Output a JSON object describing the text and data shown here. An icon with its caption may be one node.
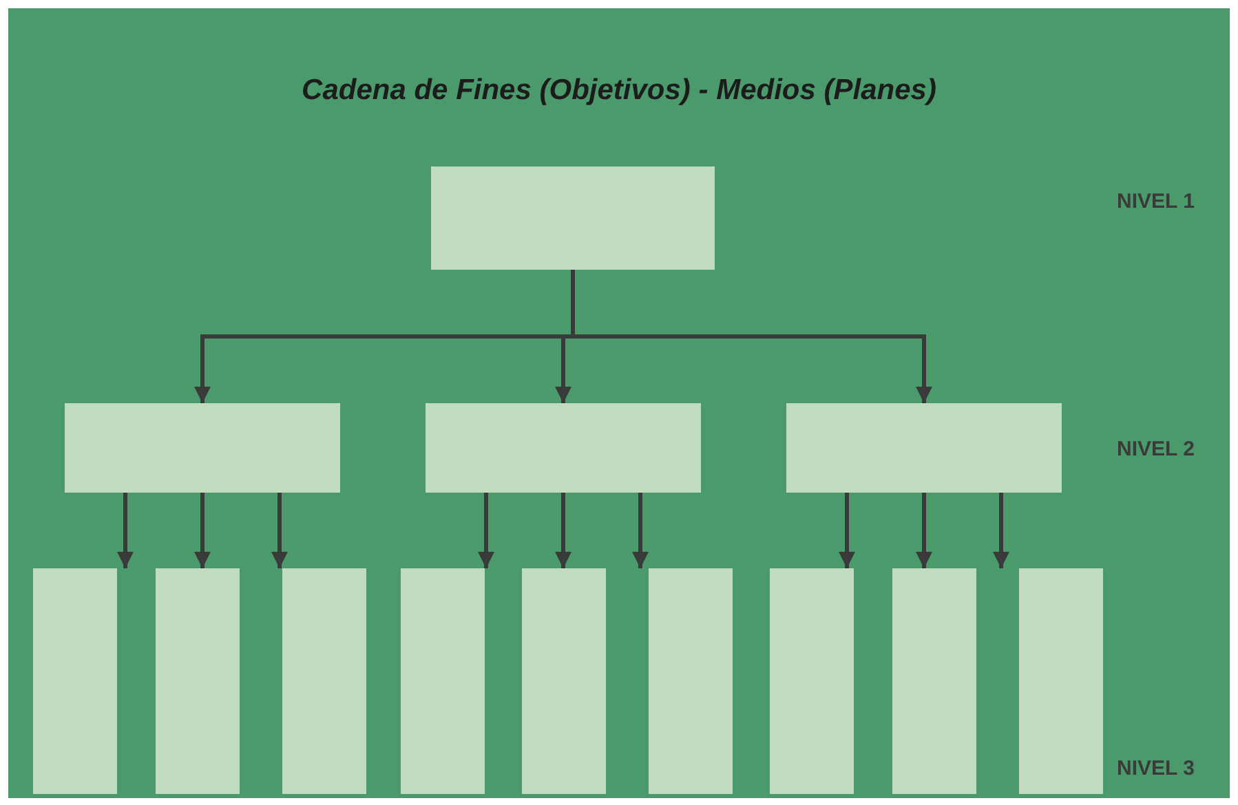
{
  "diagram": {
    "title": "Cadena de Fines (Objetivos) - Medios (Planes)",
    "nodes": [
      {
        "text": [],
        "shape": "box"
      },
      {
        "text": [],
        "shape": "box"
      },
      {
        "text": [],
        "shape": "box"
      },
      {
        "text": [],
        "shape": "box"
      },
      {
        "text": [],
        "shape": "box"
      },
      {
        "text": [],
        "shape": "box"
      },
      {
        "text": [],
        "shape": "box"
      },
      {
        "text": [],
        "shape": "box"
      },
      {
        "text": [],
        "shape": "box"
      },
      {
        "text": [],
        "shape": "box"
      },
      {
        "text": [],
        "shape": "box"
      },
      {
        "text": [],
        "shape": "box"
      },
      {
        "text": [],
        "shape": "box"
      }
    ],
    "edges": [
      {
        "from": 0,
        "to": 1,
        "arrow": "to"
      },
      {
        "from": 0,
        "to": 2,
        "arrow": "to"
      },
      {
        "from": 0,
        "to": 3,
        "arrow": "to"
      },
      {
        "from": 1,
        "to": 4,
        "arrow": "to"
      },
      {
        "from": 1,
        "to": 5,
        "arrow": "to"
      },
      {
        "from": 1,
        "to": 6,
        "arrow": "to"
      },
      {
        "from": 2,
        "to": 7,
        "arrow": "to"
      },
      {
        "from": 2,
        "to": 8,
        "arrow": "to"
      },
      {
        "from": 2,
        "to": 9,
        "arrow": "to"
      },
      {
        "from": 3,
        "to": 10,
        "arrow": "to"
      },
      {
        "from": 3,
        "to": 11,
        "arrow": "to"
      },
      {
        "from": 3,
        "to": 12,
        "arrow": "to"
      }
    ],
    "labels": [
      "NIVEL 1",
      "NIVEL 2",
      "NIVEL 3"
    ]
  }
}
